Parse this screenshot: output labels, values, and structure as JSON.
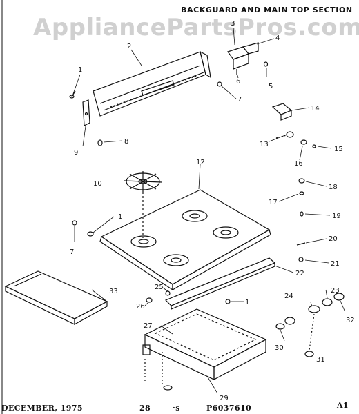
{
  "header": {
    "title": "BACKGUARD AND MAIN TOP SECTION"
  },
  "watermark": "AppliancePartsPros.com",
  "footer": {
    "date": "DECEMBER, 1975",
    "page": "28",
    "mark": "·s",
    "part_no": "P6037610",
    "sheet": "A1"
  },
  "callouts": [
    "1",
    "2",
    "3",
    "4",
    "5",
    "6",
    "7",
    "8",
    "9",
    "10",
    "12",
    "13",
    "14",
    "15",
    "16",
    "17",
    "18",
    "19",
    "20",
    "21",
    "22",
    "23",
    "24",
    "25",
    "26",
    "27",
    "29",
    "30",
    "31",
    "32",
    "33"
  ],
  "colors": {
    "ink": "#111111",
    "watermark": "#9a9a9a"
  }
}
